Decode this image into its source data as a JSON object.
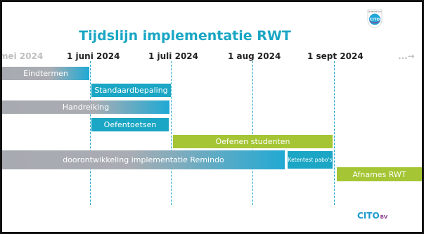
{
  "slide": {
    "title": "Tijdslijn implementatie RWT"
  },
  "timeline": {
    "dates": [
      "mei 2024",
      "1 juni 2024",
      "1 juli 2024",
      "1 aug 2024",
      "1 sept 2024"
    ],
    "more": "...→"
  },
  "bars": {
    "eindtermen": "Eindtermen",
    "standaardbepaling": "Standaardbepaling",
    "handreiking": "Handreiking",
    "oefentoetsen": "Oefentoetsen",
    "oefenen_studenten": "Oefenen studenten",
    "doorontwikkeling": "doorontwikkeling implementatie Remindo",
    "ketentest": "Ketentest pabo's",
    "afnames": "Afnames RWT"
  },
  "logos": {
    "badge_top": "Onderdeel van",
    "badge_text": "CITO",
    "footer_text": "CITO",
    "footer_suffix": "BV"
  },
  "colors": {
    "accent_blue": "#1aa6c4",
    "lime": "#a5c534",
    "gray": "#a9adb3"
  }
}
